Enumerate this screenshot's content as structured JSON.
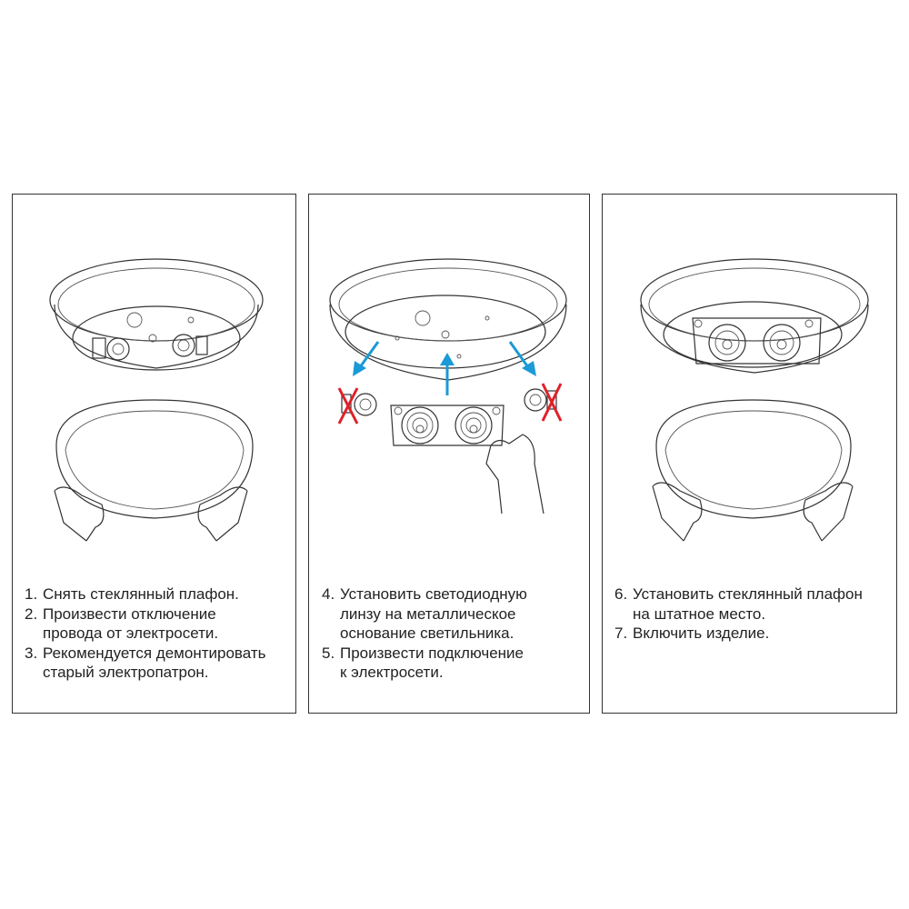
{
  "panels": [
    {
      "steps": [
        {
          "num": "1.",
          "text": "Снять стеклянный плафон."
        },
        {
          "num": "2.",
          "text": "Произвести отключение\nпровода от электросети."
        },
        {
          "num": "3.",
          "text": "Рекомендуется демонтировать\nстарый электропатрон."
        }
      ]
    },
    {
      "steps": [
        {
          "num": "4.",
          "text": "Установить светодиодную\nлинзу на металлическое\nоснование светильника."
        },
        {
          "num": "5.",
          "text": "Произвести подключение\nк электросети."
        }
      ]
    },
    {
      "steps": [
        {
          "num": "6.",
          "text": "Установить стеклянный плафон\nна штатное место."
        },
        {
          "num": "7.",
          "text": "Включить изделие."
        }
      ]
    }
  ],
  "colors": {
    "arrow": "#1a9ad6",
    "cross": "#e0202a",
    "line": "#333333"
  }
}
